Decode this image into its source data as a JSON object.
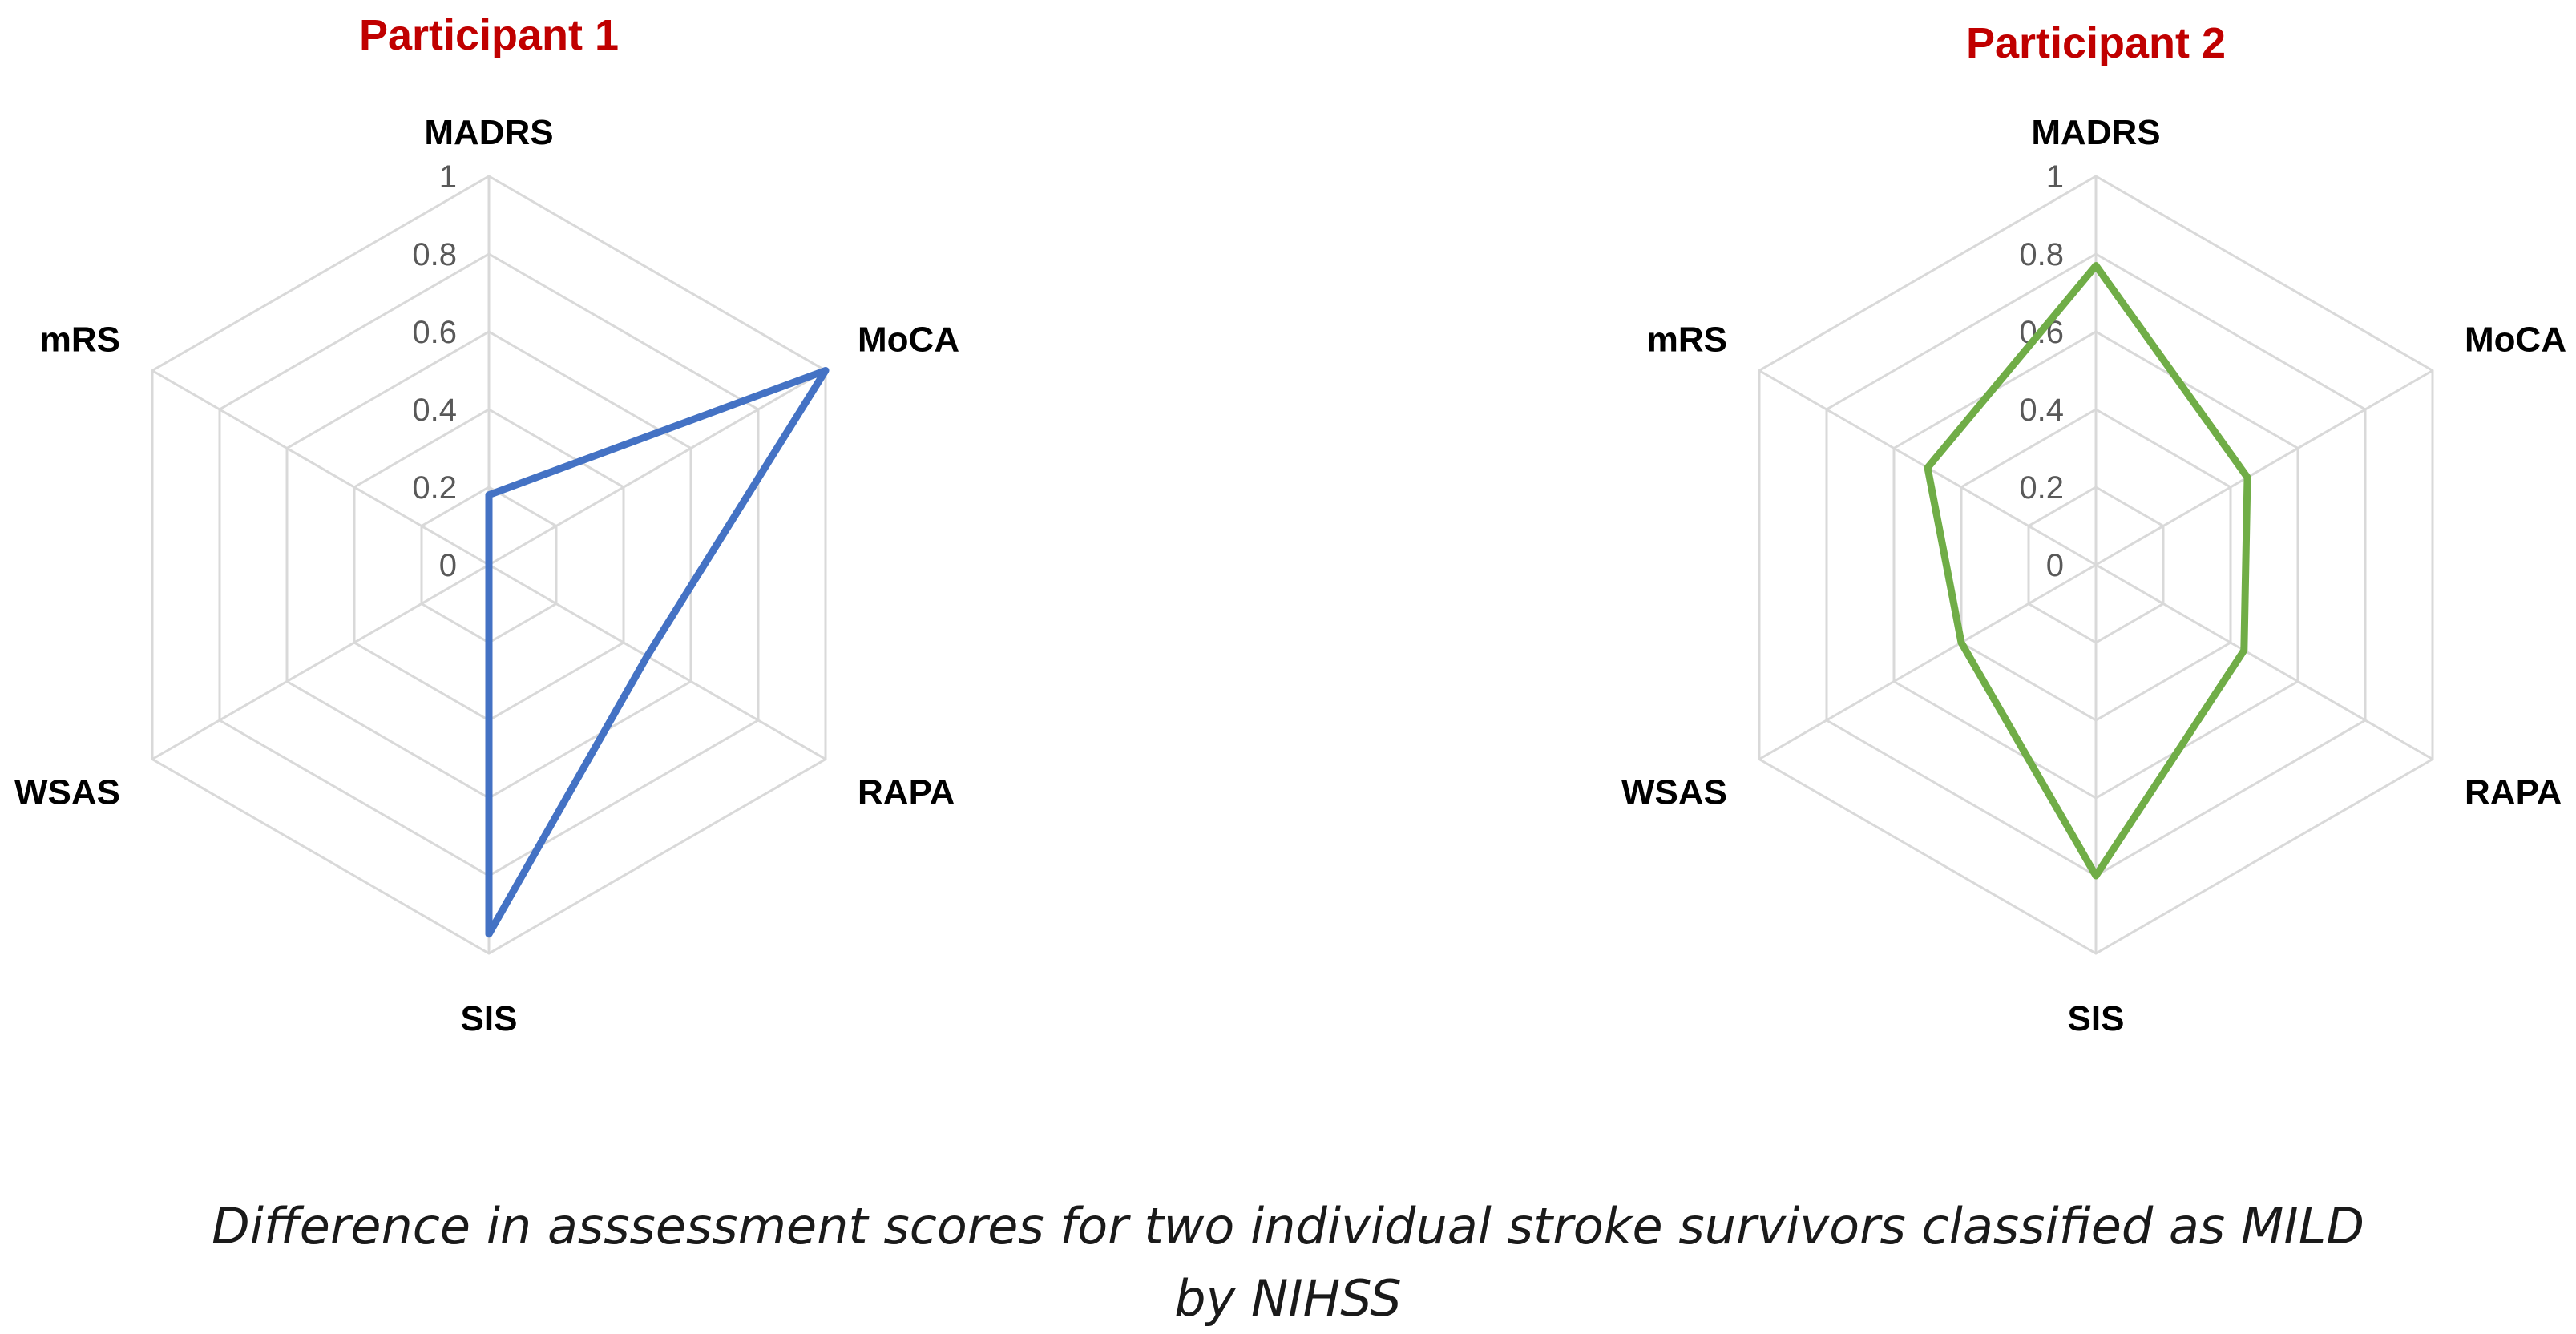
{
  "caption": {
    "line1": "Difference in asssessment scores for two individual stroke survivors classified as MILD",
    "line2": "by NIHSS"
  },
  "chart_data": [
    {
      "type": "radar",
      "title": "Participant 1",
      "title_color": "#C00000",
      "axes": [
        "MADRS",
        "MoCA",
        "RAPA",
        "SIS",
        "WSAS",
        "mRS"
      ],
      "ticks": [
        "0",
        "0.2",
        "0.4",
        "0.6",
        "0.8",
        "1"
      ],
      "range": [
        0,
        1
      ],
      "grid": true,
      "series": [
        {
          "values": [
            0.18,
            1.0,
            0.47,
            0.95,
            0.0,
            0.0
          ],
          "color": "#4472C4"
        }
      ]
    },
    {
      "type": "radar",
      "title": "Participant 2",
      "title_color": "#C00000",
      "axes": [
        "MADRS",
        "MoCA",
        "RAPA",
        "SIS",
        "WSAS",
        "mRS"
      ],
      "ticks": [
        "0",
        "0.2",
        "0.4",
        "0.6",
        "0.8",
        "1"
      ],
      "range": [
        0,
        1
      ],
      "grid": true,
      "series": [
        {
          "values": [
            0.77,
            0.45,
            0.44,
            0.8,
            0.4,
            0.5
          ],
          "color": "#70AD47"
        }
      ]
    }
  ]
}
